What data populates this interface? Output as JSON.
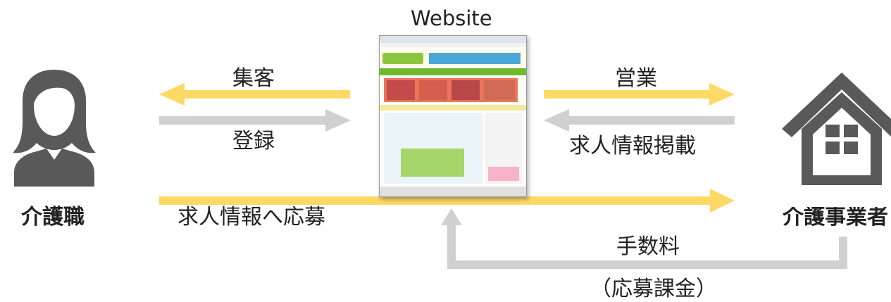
{
  "diagram": {
    "website_title": "Website",
    "left_actor": "介護職",
    "right_actor": "介護事業者",
    "arrows": {
      "shukyaku": "集客",
      "touroku": "登録",
      "eigyou": "営業",
      "keisai": "求人情報掲載",
      "oubo": "求人情報へ応募",
      "tesuuryou": "手数料",
      "kakin": "（応募課金）"
    },
    "colors": {
      "yellow_arrow": "#ffd966",
      "gray_arrow": "#d0d0d0",
      "person_icon": "#595959",
      "house_icon": "#595959"
    }
  }
}
